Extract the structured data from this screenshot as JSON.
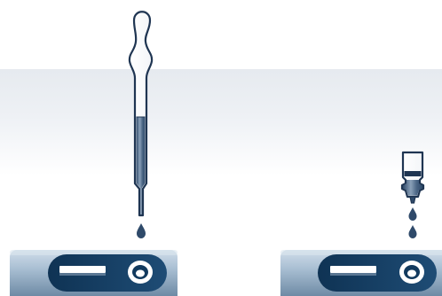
{
  "illustration": {
    "panels": [
      {
        "dispenser": "dropper-pipette",
        "dispenser_icon": "pipette-icon",
        "drops": 1,
        "target": "test-cassette"
      },
      {
        "dispenser": "dropper-bottle",
        "dispenser_icon": "dropper-bottle-icon",
        "drops": 2,
        "target": "test-cassette"
      }
    ],
    "colors": {
      "outline": "#1f3552",
      "liquid": "#3d5878",
      "liquid_highlight": "#8aa0b8",
      "band": "#eef1f5",
      "cassette_light": "#c4d4e2",
      "cassette_dark": "#6c8aa6",
      "window_dark": "#123a5e",
      "window_light": "#ffffff"
    }
  }
}
